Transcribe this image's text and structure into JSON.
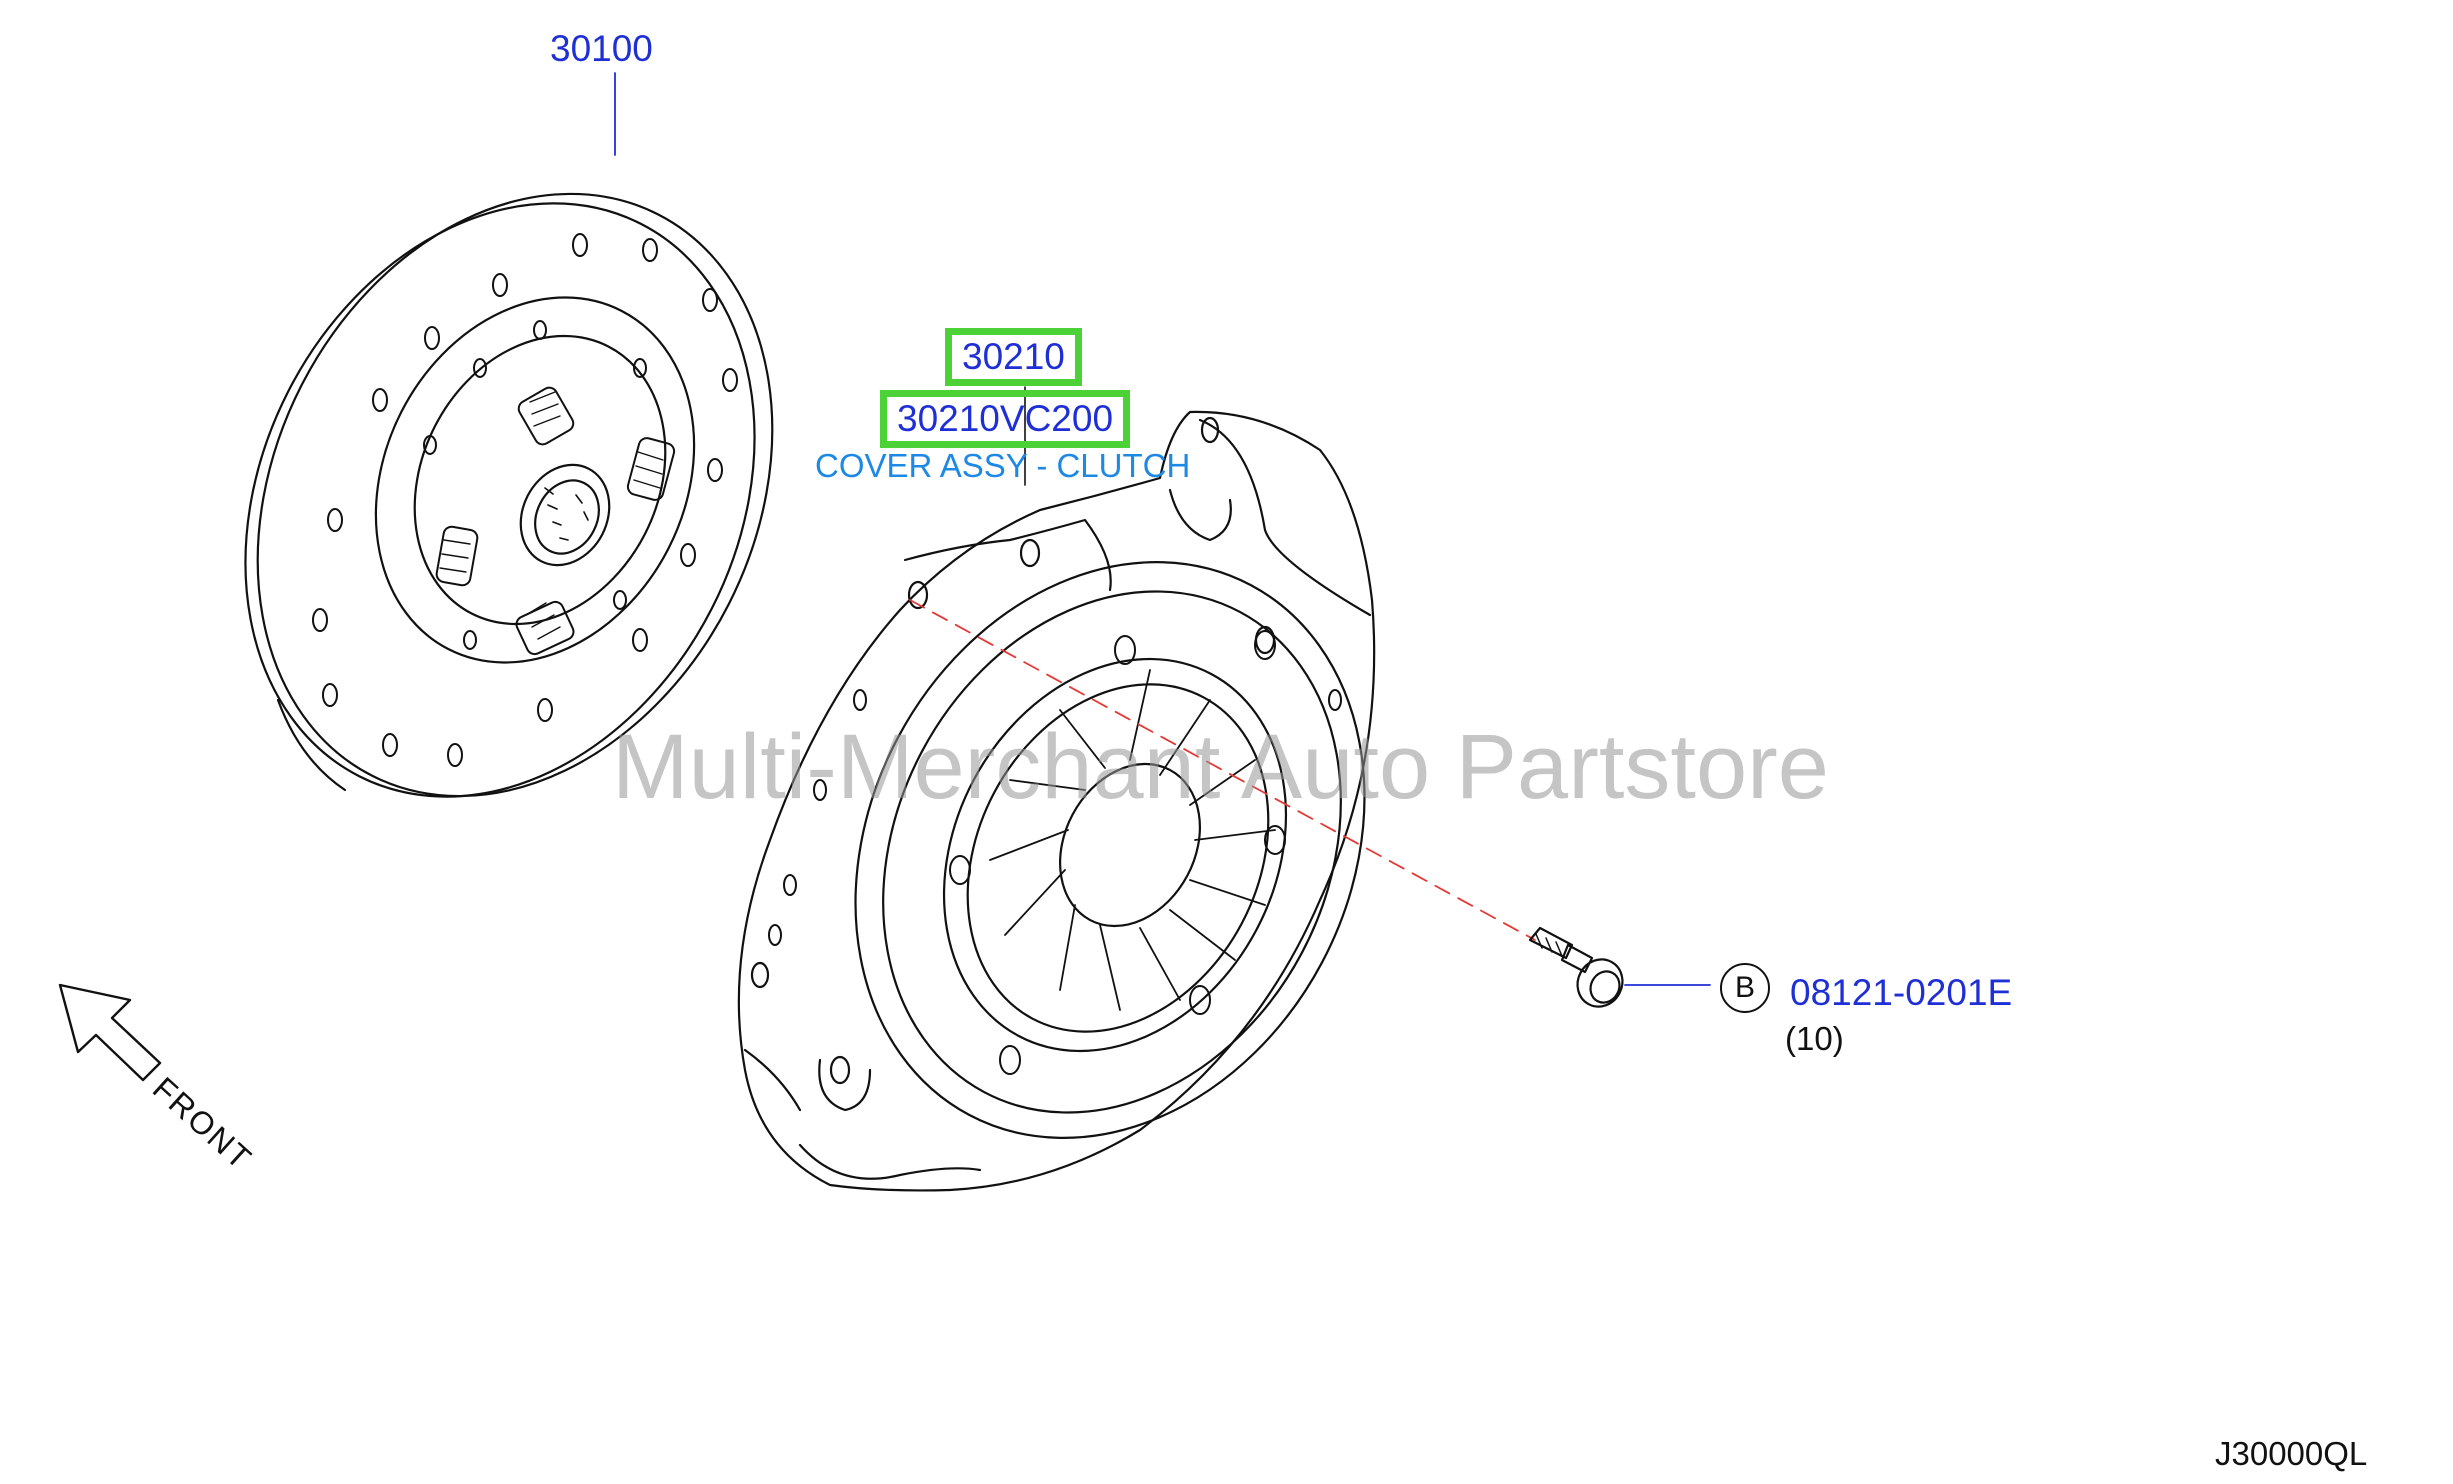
{
  "parts": {
    "clutch_disc": {
      "number": "30100"
    },
    "clutch_cover": {
      "number": "30210",
      "catalog_number": "30210VC200",
      "description": "COVER ASSY - CLUTCH"
    },
    "bolt": {
      "badge": "B",
      "number": "08121-0201E",
      "quantity": "(10)"
    }
  },
  "front_label": "FRONT",
  "watermark": "Multi-Merchant Auto Partstore",
  "diagram_code": "J30000QL",
  "colors": {
    "part_number": "#1f2fd6",
    "description": "#1e88e5",
    "highlight": "#4cd137",
    "leader_dash": "#e53935"
  }
}
